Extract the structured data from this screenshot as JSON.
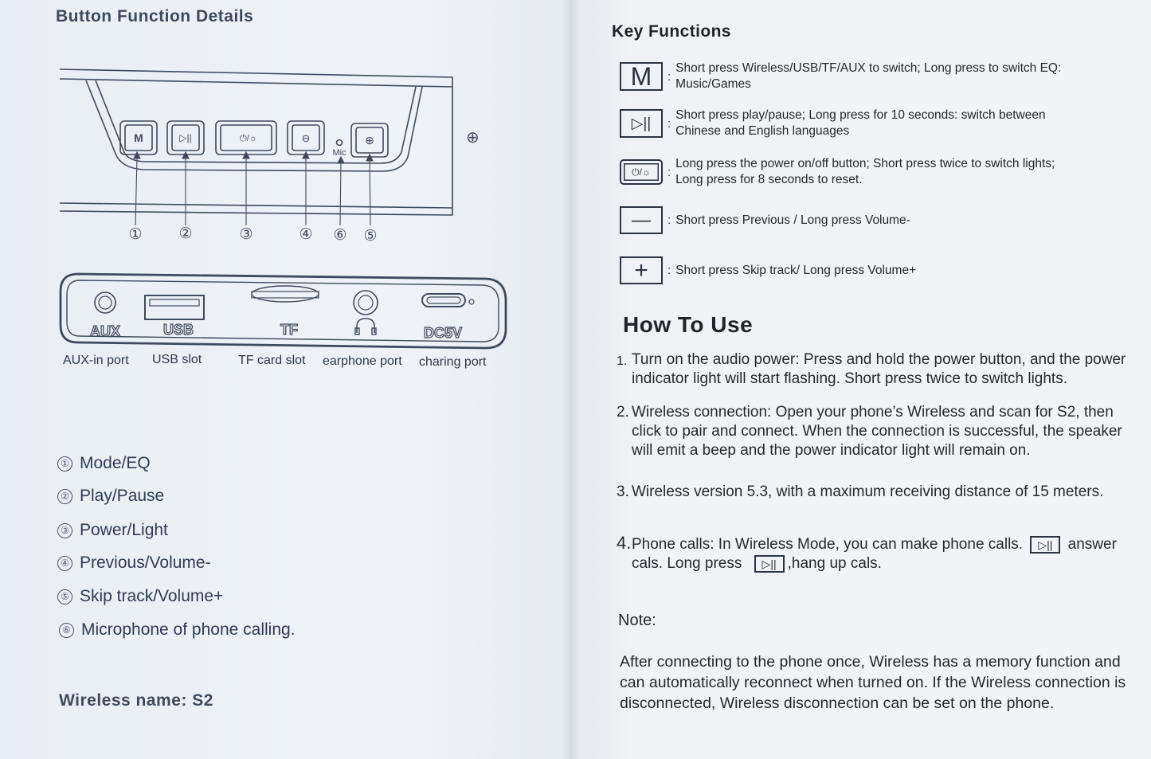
{
  "left": {
    "section_title": "Button Function Details",
    "mic_label": "Mic",
    "callout_numbers": [
      "①",
      "②",
      "③",
      "④",
      "⑥",
      "⑤"
    ],
    "port_labels": {
      "aux": "AUX",
      "usb": "USB",
      "tf": "TF",
      "dc": "DC5V"
    },
    "port_captions": [
      "AUX-in port",
      "USB slot",
      "TF card slot",
      "earphone port",
      "charing port"
    ],
    "legend": [
      {
        "num": "①",
        "label": "Mode/EQ"
      },
      {
        "num": "②",
        "label": "Play/Pause"
      },
      {
        "num": "③",
        "label": "Power/Light"
      },
      {
        "num": "④",
        "label": "Previous/Volume-"
      },
      {
        "num": "⑤",
        "label": "Skip track/Volume+"
      },
      {
        "num": "⑥",
        "label": "Microphone of phone calling."
      }
    ],
    "wireless_name": "Wireless name: S2"
  },
  "right": {
    "key_functions_title": "Key Functions",
    "keys": [
      {
        "icon": "M",
        "text1": "Short press Wireless/USB/TF/AUX to switch; Long press to switch EQ:",
        "text2": "Music/Games"
      },
      {
        "icon": "▷||",
        "text1": "Short press play/pause; Long press for 10 seconds: switch between",
        "text2": "Chinese and English languages"
      },
      {
        "icon": "⏻/☼",
        "text1": "Long press the power on/off button; Short press twice to switch lights;",
        "text2": "Long press for 8 seconds to reset."
      },
      {
        "icon": "—",
        "text1": "Short press Previous / Long press Volume-",
        "text2": ""
      },
      {
        "icon": "+",
        "text1": "Short press Skip track/ Long press Volume+",
        "text2": ""
      }
    ],
    "how_to_use_title": "How To Use",
    "steps": [
      {
        "num": "1.",
        "text": "Turn on the audio power: Press and hold the power button, and the power indicator light will start flashing. Short press twice to switch lights."
      },
      {
        "num": "2.",
        "text": "Wireless connection: Open your phone’s Wireless and scan for S2, then click to pair and connect. When the connection is successful, the speaker will emit a beep and the power indicator light will remain on."
      },
      {
        "num": "3.",
        "text": "Wireless version 5.3, with a maximum receiving distance of 15 meters."
      },
      {
        "num": "4.",
        "text_a": "Phone calls: In Wireless Mode, you can make phone calls.",
        "text_b": "answer",
        "text_c": "cals. Long press",
        "text_d": ",hang up cals."
      }
    ],
    "note_title": "Note:",
    "note_text": "After connecting to the phone once, Wireless has a memory function and can automatically reconnect when turned on. If the Wireless connection is disconnected, Wireless disconnection can be set on the phone."
  },
  "colors": {
    "ink": "#23282e",
    "diagram_ink": "#3e4a5c",
    "paper": "#eef2f6"
  }
}
